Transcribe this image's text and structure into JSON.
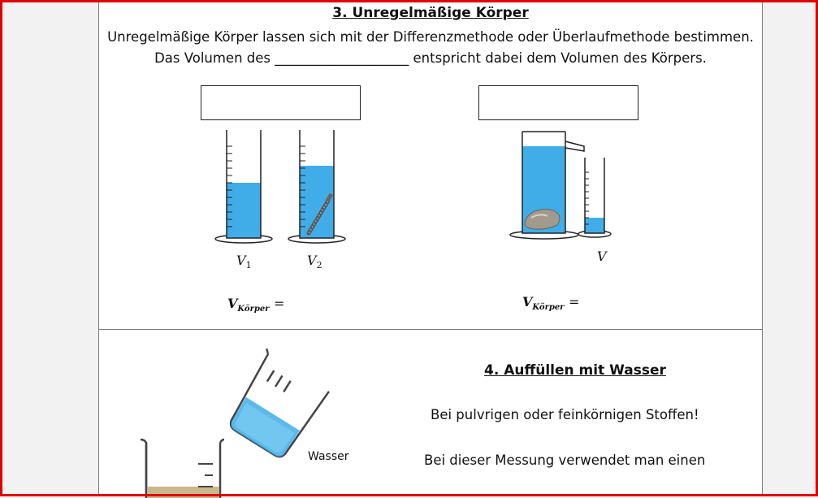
{
  "section3": {
    "heading": "3. Unregelmäßige Körper",
    "line1": "Unregelmäßige Körper lassen sich mit der Differenzmethode oder Überlaufmethode bestimmen.",
    "line2_before": "Das Volumen des",
    "line2_blank": "____________________",
    "line2_after": "entspricht dabei dem Volumen des Körpers.",
    "label_v1_main": "V",
    "label_v1_sub": "1",
    "label_v2_main": "V",
    "label_v2_sub": "2",
    "label_v": "V",
    "formula_left_main": "V",
    "formula_left_sub": "Körper",
    "formula_left_eq": "=",
    "formula_right_main": "V",
    "formula_right_sub": "Körper",
    "formula_right_eq": "="
  },
  "section4": {
    "heading": "4. Auffüllen mit Wasser",
    "line1": "Bei pulvrigen oder feinkörnigen Stoffen!",
    "line2": "Bei dieser Messung verwendet man einen",
    "water_label": "Wasser"
  },
  "colors": {
    "frame": "#e00000",
    "water": "#41ade8",
    "rock": "#a39a8e",
    "sand": "#c9b78e"
  }
}
